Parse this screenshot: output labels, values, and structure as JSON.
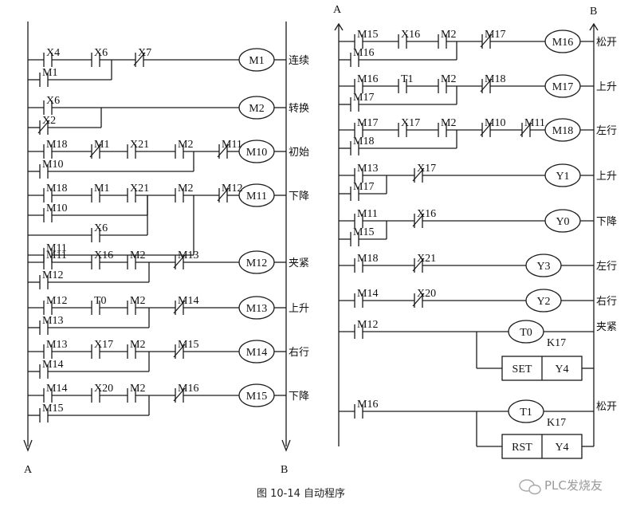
{
  "rails": {
    "left_top": "A",
    "left_bottom": "A",
    "right_top": "B",
    "right_bottom": "B"
  },
  "left_rungs": [
    {
      "contacts": [
        {
          "name": "X4",
          "type": "NO"
        },
        {
          "name": "X6",
          "type": "NO"
        },
        {
          "name": "X7",
          "type": "NC"
        }
      ],
      "branch": [
        {
          "name": "M1",
          "type": "NO"
        }
      ],
      "coil": "M1",
      "note": "连续"
    },
    {
      "contacts": [
        {
          "name": "X6",
          "type": "NO"
        }
      ],
      "branch": [
        {
          "name": "X2",
          "type": "NC"
        }
      ],
      "coil": "M2",
      "note": "转换"
    },
    {
      "contacts": [
        {
          "name": "M18",
          "type": "NO"
        },
        {
          "name": "M1",
          "type": "NC"
        },
        {
          "name": "X21",
          "type": "NO"
        },
        {
          "name": "M2",
          "type": "NO"
        },
        {
          "name": "M11",
          "type": "NC"
        }
      ],
      "branch": [
        {
          "name": "M10",
          "type": "NO"
        }
      ],
      "coil": "M10",
      "note": "初始"
    },
    {
      "contacts": [
        {
          "name": "M18",
          "type": "NO"
        },
        {
          "name": "M1",
          "type": "NO"
        },
        {
          "name": "X21",
          "type": "NO"
        },
        {
          "name": "M2",
          "type": "NO"
        },
        {
          "name": "M12",
          "type": "NC"
        }
      ],
      "branch": [
        {
          "name": "M10",
          "type": "NO"
        },
        {
          "name": "X6",
          "type": "NO"
        },
        {
          "name": "M11",
          "type": "NO"
        }
      ],
      "coil": "M11",
      "note": "下降"
    },
    {
      "contacts": [
        {
          "name": "M11",
          "type": "NO"
        },
        {
          "name": "X16",
          "type": "NO"
        },
        {
          "name": "M2",
          "type": "NO"
        },
        {
          "name": "M13",
          "type": "NC"
        }
      ],
      "branch": [
        {
          "name": "M12",
          "type": "NO"
        }
      ],
      "coil": "M12",
      "note": "夹紧"
    },
    {
      "contacts": [
        {
          "name": "M12",
          "type": "NO"
        },
        {
          "name": "T0",
          "type": "NO"
        },
        {
          "name": "M2",
          "type": "NO"
        },
        {
          "name": "M14",
          "type": "NC"
        }
      ],
      "branch": [
        {
          "name": "M13",
          "type": "NO"
        }
      ],
      "coil": "M13",
      "note": "上升"
    },
    {
      "contacts": [
        {
          "name": "M13",
          "type": "NO"
        },
        {
          "name": "X17",
          "type": "NO"
        },
        {
          "name": "M2",
          "type": "NO"
        },
        {
          "name": "M15",
          "type": "NC"
        }
      ],
      "branch": [
        {
          "name": "M14",
          "type": "NO"
        }
      ],
      "coil": "M14",
      "note": "右行"
    },
    {
      "contacts": [
        {
          "name": "M14",
          "type": "NO"
        },
        {
          "name": "X20",
          "type": "NO"
        },
        {
          "name": "M2",
          "type": "NO"
        },
        {
          "name": "M16",
          "type": "NC"
        }
      ],
      "branch": [
        {
          "name": "M15",
          "type": "NO"
        }
      ],
      "coil": "M15",
      "note": "下降"
    }
  ],
  "right_rungs": [
    {
      "contacts": [
        {
          "name": "M15",
          "type": "NO"
        },
        {
          "name": "X16",
          "type": "NO"
        },
        {
          "name": "M2",
          "type": "NO"
        },
        {
          "name": "M17",
          "type": "NC"
        }
      ],
      "branch": [
        {
          "name": "M16",
          "type": "NO"
        }
      ],
      "coil": "M16",
      "note": "松开"
    },
    {
      "contacts": [
        {
          "name": "M16",
          "type": "NO"
        },
        {
          "name": "T1",
          "type": "NO"
        },
        {
          "name": "M2",
          "type": "NO"
        },
        {
          "name": "M18",
          "type": "NC"
        }
      ],
      "branch": [
        {
          "name": "M17",
          "type": "NO"
        }
      ],
      "coil": "M17",
      "note": "上升"
    },
    {
      "contacts": [
        {
          "name": "M17",
          "type": "NO"
        },
        {
          "name": "X17",
          "type": "NO"
        },
        {
          "name": "M2",
          "type": "NO"
        },
        {
          "name": "M10",
          "type": "NC"
        },
        {
          "name": "M11",
          "type": "NC"
        }
      ],
      "branch": [
        {
          "name": "M18",
          "type": "NO"
        }
      ],
      "coil": "M18",
      "note": "左行"
    },
    {
      "contacts": [
        {
          "name": "M13",
          "type": "NO"
        },
        {
          "name": "X17",
          "type": "NC"
        }
      ],
      "branch": [
        {
          "name": "M17",
          "type": "NO"
        }
      ],
      "coil": "Y1",
      "note": "上升"
    },
    {
      "contacts": [
        {
          "name": "M11",
          "type": "NO"
        },
        {
          "name": "X16",
          "type": "NC"
        }
      ],
      "branch": [
        {
          "name": "M15",
          "type": "NO"
        }
      ],
      "coil": "Y0",
      "note": "下降"
    },
    {
      "contacts": [
        {
          "name": "M18",
          "type": "NO"
        },
        {
          "name": "X21",
          "type": "NC"
        }
      ],
      "branch": [],
      "coil": "Y3",
      "note": "左行"
    },
    {
      "contacts": [
        {
          "name": "M14",
          "type": "NO"
        },
        {
          "name": "X20",
          "type": "NC"
        }
      ],
      "branch": [],
      "coil": "Y2",
      "note": "右行"
    },
    {
      "contacts": [
        {
          "name": "M12",
          "type": "NO"
        }
      ],
      "timer": "T0",
      "timer_k": "K17",
      "box": [
        "SET",
        "Y4"
      ],
      "note": "夹紧"
    },
    {
      "contacts": [
        {
          "name": "M16",
          "type": "NO"
        }
      ],
      "timer": "T1",
      "timer_k": "K17",
      "box": [
        "RST",
        "Y4"
      ],
      "note": "松开"
    }
  ],
  "caption": "图 10-14   自动程序",
  "watermark": "PLC发烧友"
}
